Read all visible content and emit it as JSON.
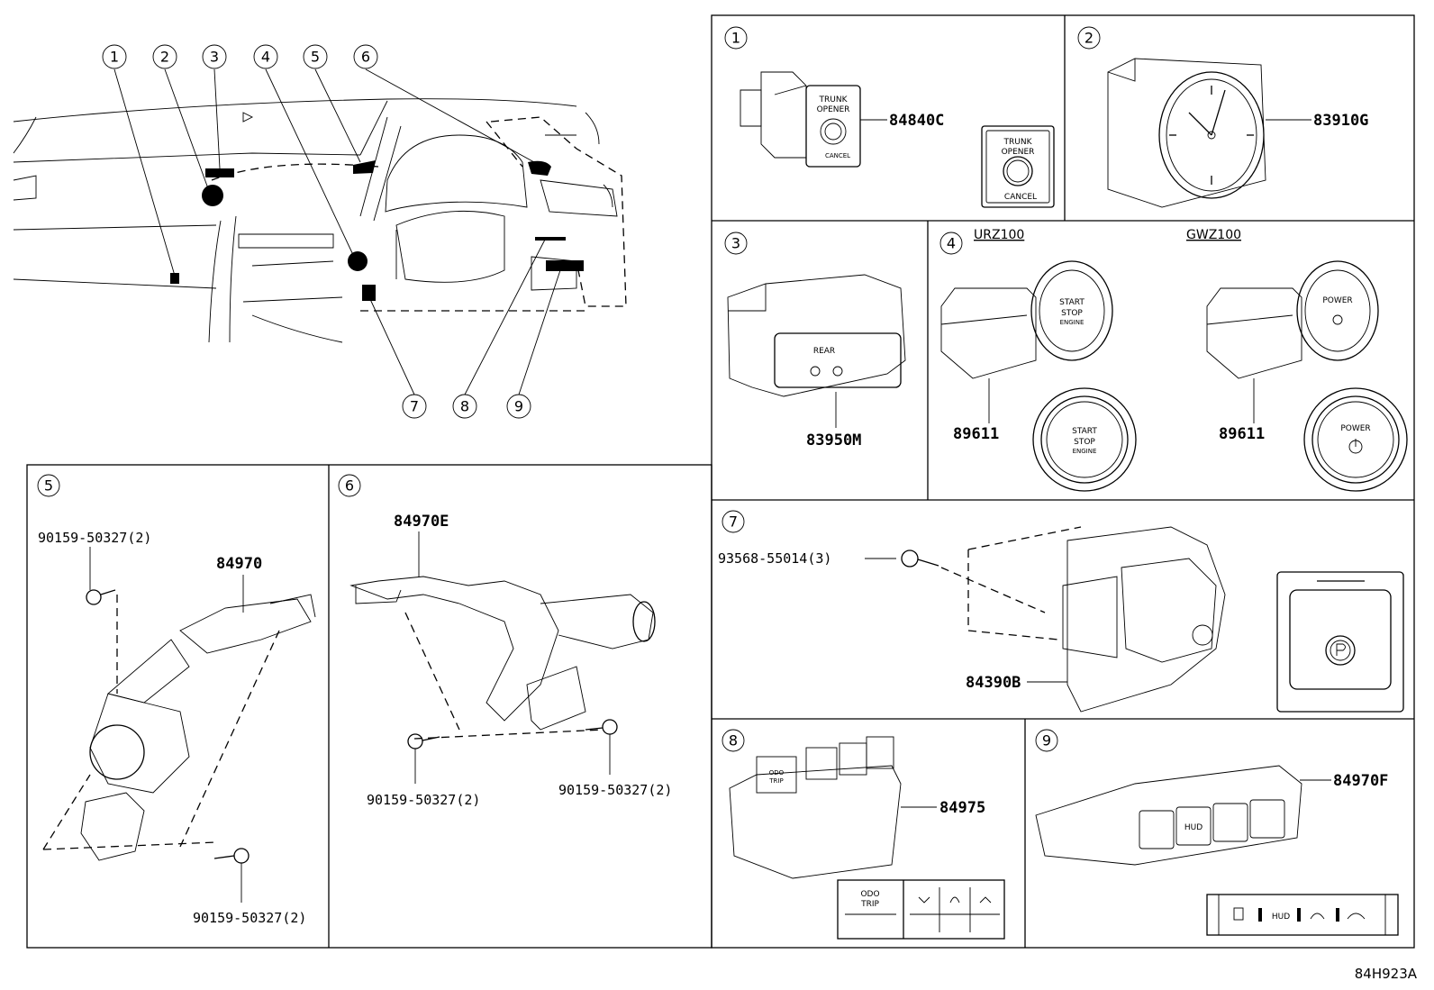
{
  "diagram_id": "84H923A",
  "callouts": [
    "1",
    "2",
    "3",
    "4",
    "5",
    "6",
    "7",
    "8",
    "9"
  ],
  "panels": {
    "p1": {
      "num": "1",
      "part": "84840C",
      "label_trunk": "TRUNK",
      "label_opener": "OPENER",
      "label_cancel": "CANCEL"
    },
    "p2": {
      "num": "2",
      "part": "83910G"
    },
    "p3": {
      "num": "3",
      "part": "83950M",
      "label_rear": "REAR"
    },
    "p4": {
      "num": "4",
      "model_a": "URZ100",
      "model_b": "GWZ100",
      "part_a": "89611",
      "part_b": "89611",
      "label_start": "START",
      "label_stop": "STOP",
      "label_engine": "ENGINE",
      "label_power": "POWER"
    },
    "p5": {
      "num": "5",
      "screw_top": "90159-50327(2)",
      "part": "84970",
      "screw_bottom": "90159-50327(2)"
    },
    "p6": {
      "num": "6",
      "part": "84970E",
      "screw_left": "90159-50327(2)",
      "screw_right": "90159-50327(2)"
    },
    "p7": {
      "num": "7",
      "screw": "93568-55014(3)",
      "part": "84390B"
    },
    "p8": {
      "num": "8",
      "part": "84975",
      "label_odo": "ODO",
      "label_trip": "TRIP"
    },
    "p9": {
      "num": "9",
      "part": "84970F",
      "label_hud": "HUD"
    }
  }
}
